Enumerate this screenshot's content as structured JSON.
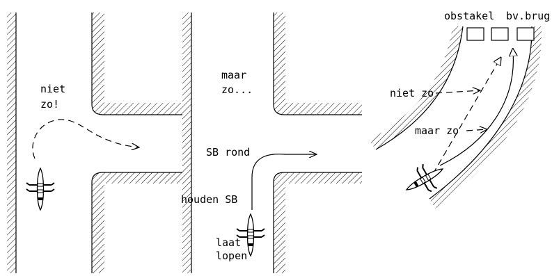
{
  "panel_left": {
    "label_line1": "niet",
    "label_line2": "zo!"
  },
  "panel_middle": {
    "label_top_line1": "maar",
    "label_top_line2": "zo...",
    "label_turn": "SB rond",
    "label_hold": "houden SB",
    "label_bottom_line1": "laat",
    "label_bottom_line2": "lopen"
  },
  "panel_right": {
    "label_obstacle": "obstakel",
    "label_example": "bv.brug",
    "label_wrong": "niet zo",
    "label_right": "maar zo"
  },
  "colors": {
    "ink": "#000000",
    "background": "#ffffff"
  }
}
